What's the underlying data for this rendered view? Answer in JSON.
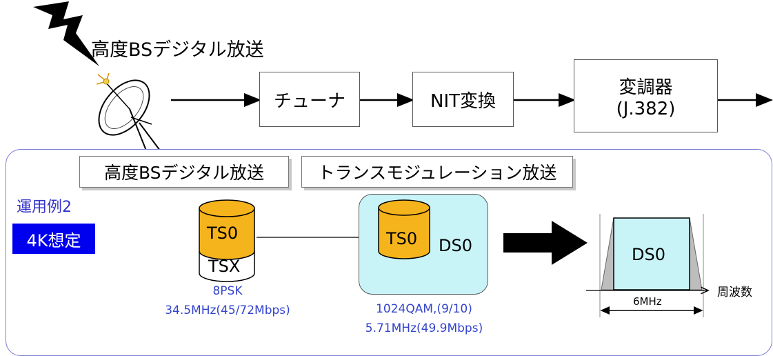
{
  "top": {
    "source_label": "高度BSデジタル放送",
    "tuner": "チューナ",
    "nit": "NIT変換",
    "modulator_line1": "変調器",
    "modulator_line2": "(J.382)"
  },
  "panel": {
    "tag_left": "高度BSデジタル放送",
    "tag_right": "トランスモジュレーション放送",
    "example_label": "運用例2",
    "badge": "4K想定",
    "left_stack": {
      "top": "TS0",
      "bottom": "TSX"
    },
    "left_caption_1": "8PSK",
    "left_caption_2": "34.5MHz(45/72Mbps)",
    "middle_ts": "TS0",
    "middle_ds": "DS0",
    "middle_caption_1": "1024QAM,(9/10)",
    "middle_caption_2": "5.71MHz(49.9Mbps)",
    "spectrum_ds": "DS0",
    "spectrum_axis": "周波数",
    "spectrum_width": "6MHz"
  },
  "colors": {
    "panel_border": "#7a7ad6",
    "badge_bg": "#0000ee",
    "cylinder_orange": "#f5b31c",
    "ds_bg": "#c8f4f8",
    "spectrum_fill": "#c8f4f8",
    "blue_text": "#3344cc"
  }
}
